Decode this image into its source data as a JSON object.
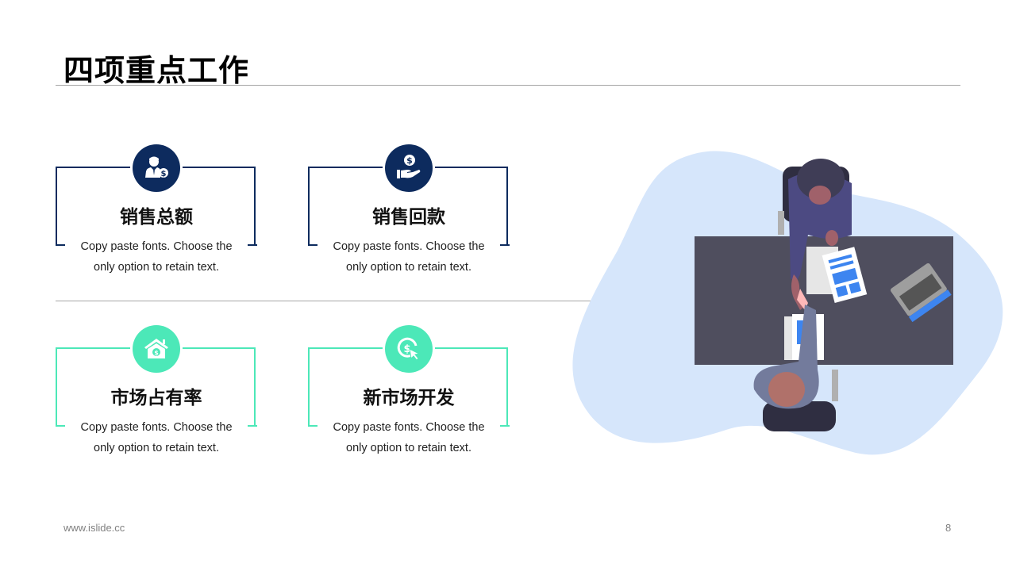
{
  "slide": {
    "title": "四项重点工作",
    "footer_url": "www.islide.cc",
    "page_number": "8"
  },
  "colors": {
    "navy": "#0d2b5e",
    "mint": "#4ce8b8",
    "rule": "#a6a6a6",
    "blob": "#d6e6fb",
    "table": "#4f4e5e",
    "accent_blue": "#3d85f0"
  },
  "cards": [
    {
      "title": "销售总额",
      "desc_line1": "Copy paste fonts. Choose the",
      "desc_line2": "only option to retain text.",
      "icon": "businessman-dollar-icon",
      "color": "navy"
    },
    {
      "title": "销售回款",
      "desc_line1": "Copy paste fonts. Choose the",
      "desc_line2": "only option to retain text.",
      "icon": "hand-coin-icon",
      "color": "navy"
    },
    {
      "title": "市场占有率",
      "desc_line1": "Copy paste fonts. Choose the",
      "desc_line2": "only option to retain text.",
      "icon": "house-dollar-icon",
      "color": "mint"
    },
    {
      "title": "新市场开发",
      "desc_line1": "Copy paste fonts. Choose the",
      "desc_line2": "only option to retain text.",
      "icon": "dollar-cursor-icon",
      "color": "mint"
    }
  ],
  "illustration": {
    "name": "business-handshake-illustration"
  }
}
